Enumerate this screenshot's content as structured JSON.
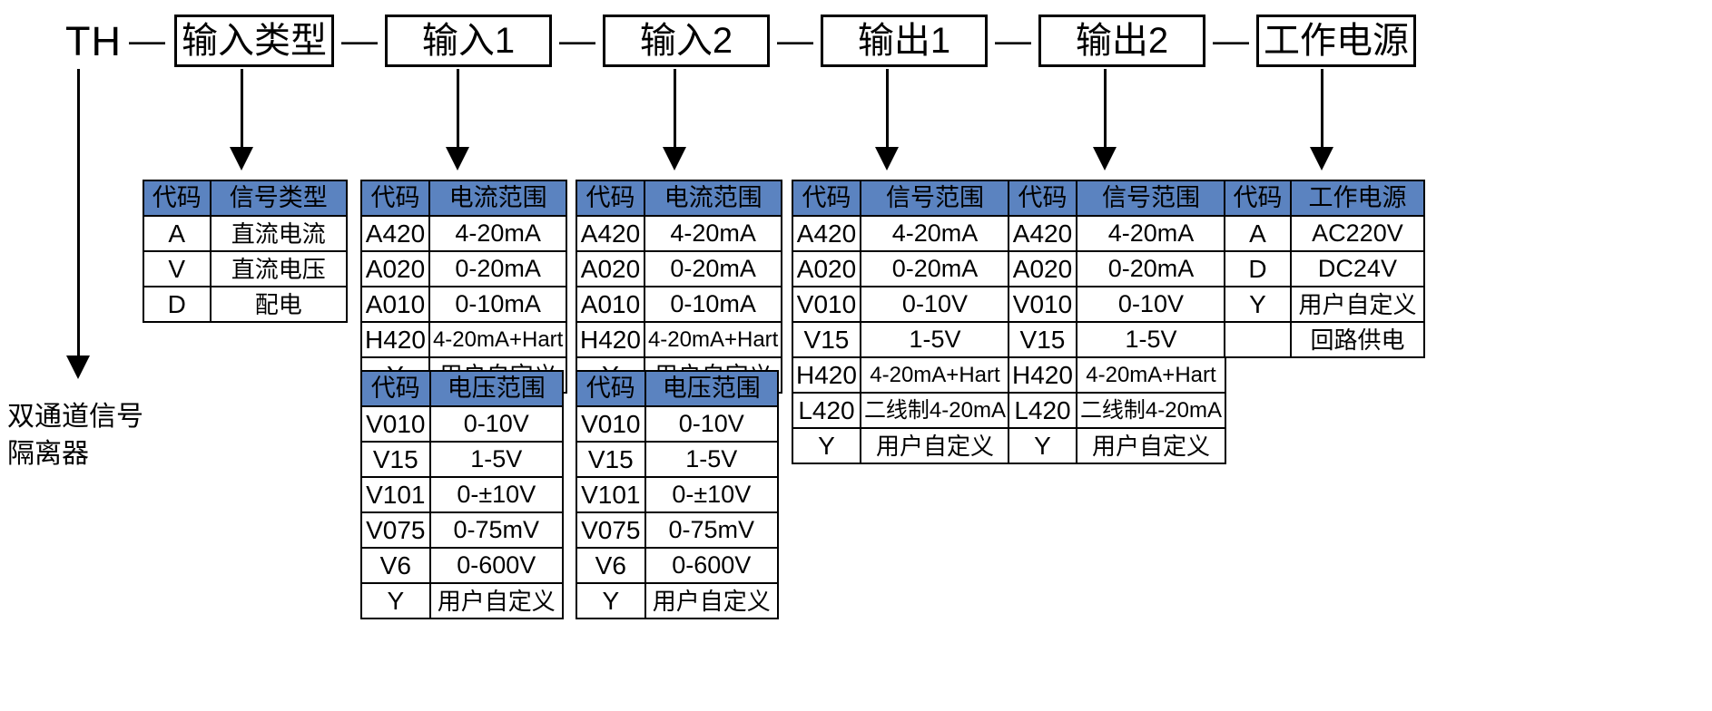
{
  "model": {
    "prefix": "TH",
    "separator": "—",
    "segments": [
      {
        "label": "输入类型"
      },
      {
        "label": "输入1"
      },
      {
        "label": "输入2"
      },
      {
        "label": "输出1"
      },
      {
        "label": "输出2"
      },
      {
        "label": "工作电源"
      }
    ]
  },
  "caption": {
    "line1": "双通道信号",
    "line2": "隔离器"
  },
  "colors": {
    "header_fill": "#5b83c0",
    "border": "#000000",
    "background": "#ffffff"
  },
  "tables": {
    "input_type": {
      "headers": [
        "代码",
        "信号类型"
      ],
      "rows": [
        [
          "A",
          "直流电流"
        ],
        [
          "V",
          "直流电压"
        ],
        [
          "D",
          "配电"
        ]
      ]
    },
    "input1_current": {
      "headers": [
        "代码",
        "电流范围"
      ],
      "rows": [
        [
          "A420",
          "4-20mA"
        ],
        [
          "A020",
          "0-20mA"
        ],
        [
          "A010",
          "0-10mA"
        ],
        [
          "H420",
          "4-20mA+Hart"
        ],
        [
          "Y",
          "用户自定义"
        ]
      ]
    },
    "input1_voltage": {
      "headers": [
        "代码",
        "电压范围"
      ],
      "rows": [
        [
          "V010",
          "0-10V"
        ],
        [
          "V15",
          "1-5V"
        ],
        [
          "V101",
          "0-±10V"
        ],
        [
          "V075",
          "0-75mV"
        ],
        [
          "V6",
          "0-600V"
        ],
        [
          "Y",
          "用户自定义"
        ]
      ]
    },
    "input2_current": {
      "headers": [
        "代码",
        "电流范围"
      ],
      "rows": [
        [
          "A420",
          "4-20mA"
        ],
        [
          "A020",
          "0-20mA"
        ],
        [
          "A010",
          "0-10mA"
        ],
        [
          "H420",
          "4-20mA+Hart"
        ],
        [
          "Y",
          "用户自定义"
        ]
      ]
    },
    "input2_voltage": {
      "headers": [
        "代码",
        "电压范围"
      ],
      "rows": [
        [
          "V010",
          "0-10V"
        ],
        [
          "V15",
          "1-5V"
        ],
        [
          "V101",
          "0-±10V"
        ],
        [
          "V075",
          "0-75mV"
        ],
        [
          "V6",
          "0-600V"
        ],
        [
          "Y",
          "用户自定义"
        ]
      ]
    },
    "output1": {
      "headers": [
        "代码",
        "信号范围"
      ],
      "rows": [
        [
          "A420",
          "4-20mA"
        ],
        [
          "A020",
          "0-20mA"
        ],
        [
          "V010",
          "0-10V"
        ],
        [
          "V15",
          "1-5V"
        ],
        [
          "H420",
          "4-20mA+Hart"
        ],
        [
          "L420",
          "二线制4-20mA"
        ],
        [
          "Y",
          "用户自定义"
        ]
      ]
    },
    "output2": {
      "headers": [
        "代码",
        "信号范围"
      ],
      "rows": [
        [
          "A420",
          "4-20mA"
        ],
        [
          "A020",
          "0-20mA"
        ],
        [
          "V010",
          "0-10V"
        ],
        [
          "V15",
          "1-5V"
        ],
        [
          "H420",
          "4-20mA+Hart"
        ],
        [
          "L420",
          "二线制4-20mA"
        ],
        [
          "Y",
          "用户自定义"
        ]
      ]
    },
    "power": {
      "headers": [
        "代码",
        "工作电源"
      ],
      "rows": [
        [
          "A",
          "AC220V"
        ],
        [
          "D",
          "DC24V"
        ],
        [
          "Y",
          "用户自定义"
        ],
        [
          "",
          "回路供电"
        ]
      ]
    }
  }
}
